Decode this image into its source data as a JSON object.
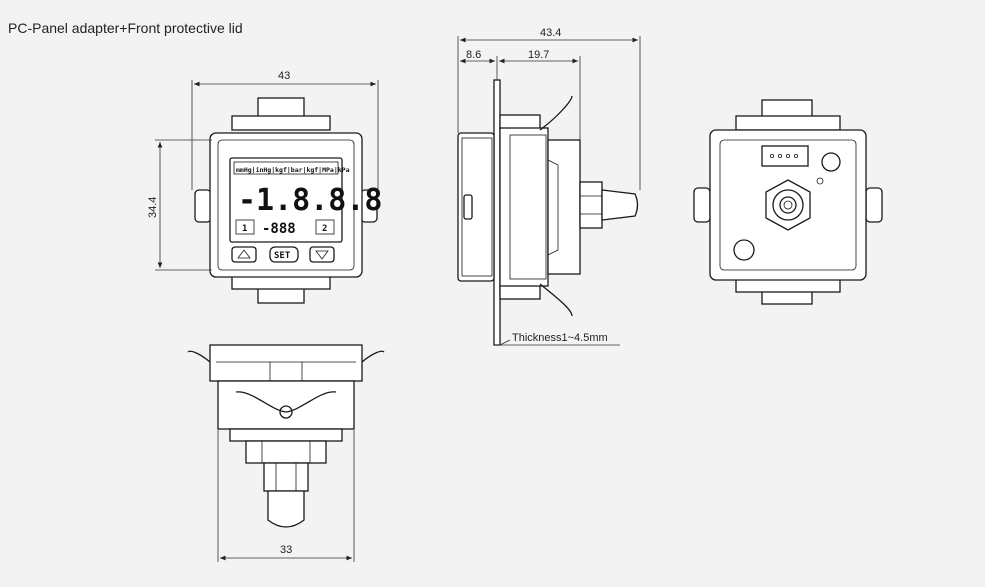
{
  "title": "PC-Panel adapter+Front protective lid",
  "front_view": {
    "width_label": "43",
    "height_label": "34.4",
    "units_row": "mmHg|inHg|kgf|bar|kgf|MPa|kPa",
    "display_main": "-1.8.8.8",
    "display_sub": "-888",
    "btn_1": "1",
    "btn_2": "2",
    "btn_set": "SET"
  },
  "side_view": {
    "total_label": "43.4",
    "front_label": "8.6",
    "body_label": "19.7",
    "thickness_label": "Thickness1~4.5mm"
  },
  "bottom_view": {
    "width_label": "33"
  }
}
